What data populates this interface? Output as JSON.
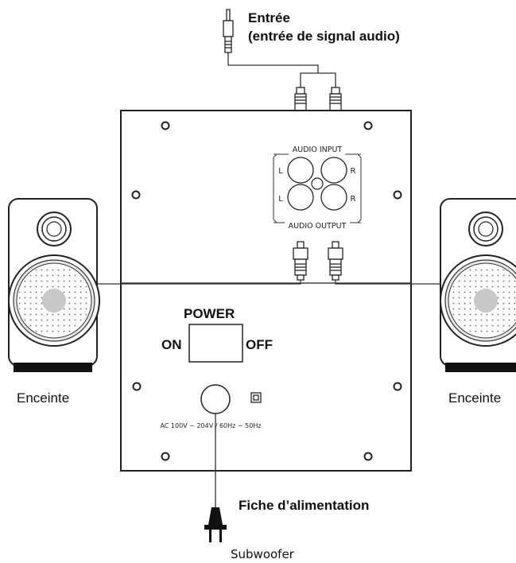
{
  "input_label_line1": "Entrée",
  "input_label_line2": "(entrée de signal audio)",
  "audio_input_label": "AUDIO INPUT",
  "audio_output_label": "AUDIO OUTPUT",
  "channel_left": "L",
  "channel_right": "R",
  "power_label": "POWER",
  "on_label": "ON",
  "off_label": "OFF",
  "ac_spec": "AC 100V ~ 204V / 60Hz ~ 50Hz",
  "speaker_left_label": "Enceinte",
  "speaker_right_label": "Enceinte",
  "plug_label": "Fiche d’alimentation",
  "subwoofer_label": "Subwoofer"
}
